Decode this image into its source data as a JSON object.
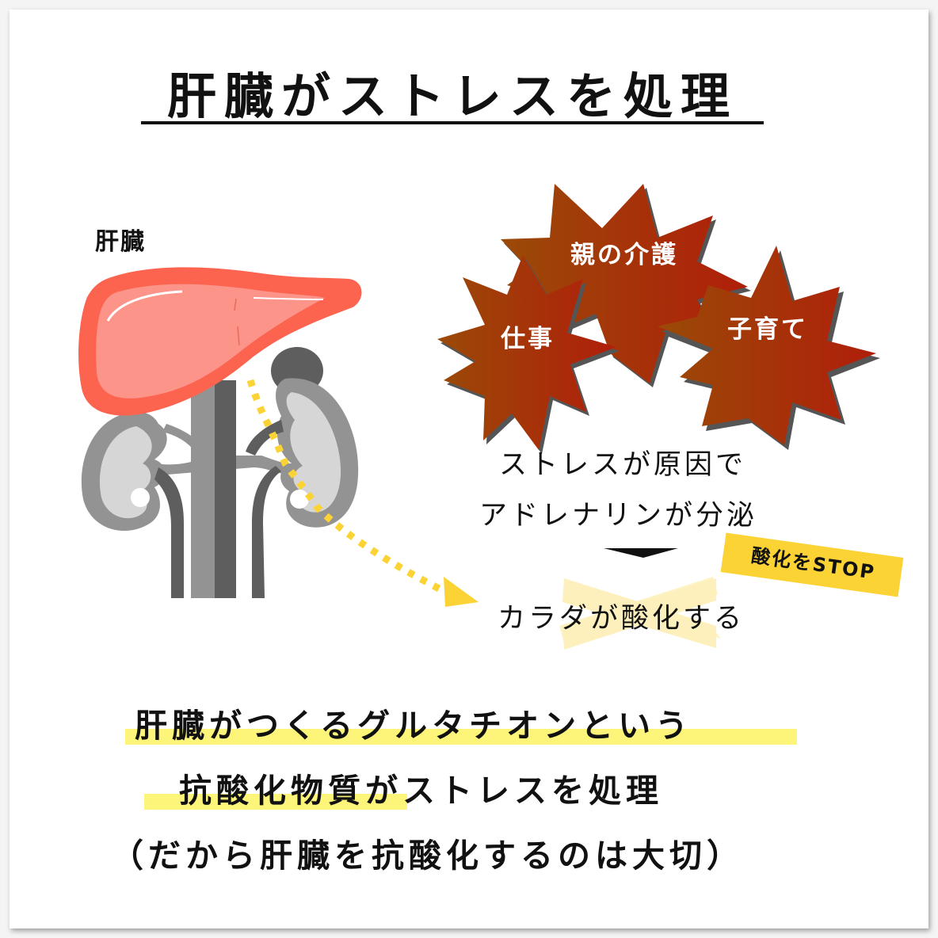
{
  "title": "肝臓がストレスを処理",
  "organ_label": "肝臓",
  "stress_sources": [
    {
      "label": "仕事"
    },
    {
      "label": "親の介護"
    },
    {
      "label": "子育て"
    }
  ],
  "flow": {
    "line1": "ストレスが原因で",
    "line2": "アドレナリンが分泌",
    "result": "カラダが酸化する",
    "stop_badge": "酸化をSTOP"
  },
  "conclusion": {
    "line1": "肝臓がつくるグルタチオンという",
    "line2_highlight": "抗酸化物質",
    "line2_rest": "がストレスを処理",
    "line3": "（だから肝臓を抗酸化するのは大切）"
  },
  "colors": {
    "burst_start": "#9a4a08",
    "burst_end": "#b01e0a",
    "burst_shadow": "#555555",
    "liver_outline": "#fc6450",
    "liver_fill": "#fd948a",
    "kidney_dark": "#5e5e5e",
    "kidney_mid": "#939393",
    "kidney_light": "#d6d6d6",
    "accent_yellow": "#fbd335",
    "highlight_yellow": "#fdf57a"
  }
}
